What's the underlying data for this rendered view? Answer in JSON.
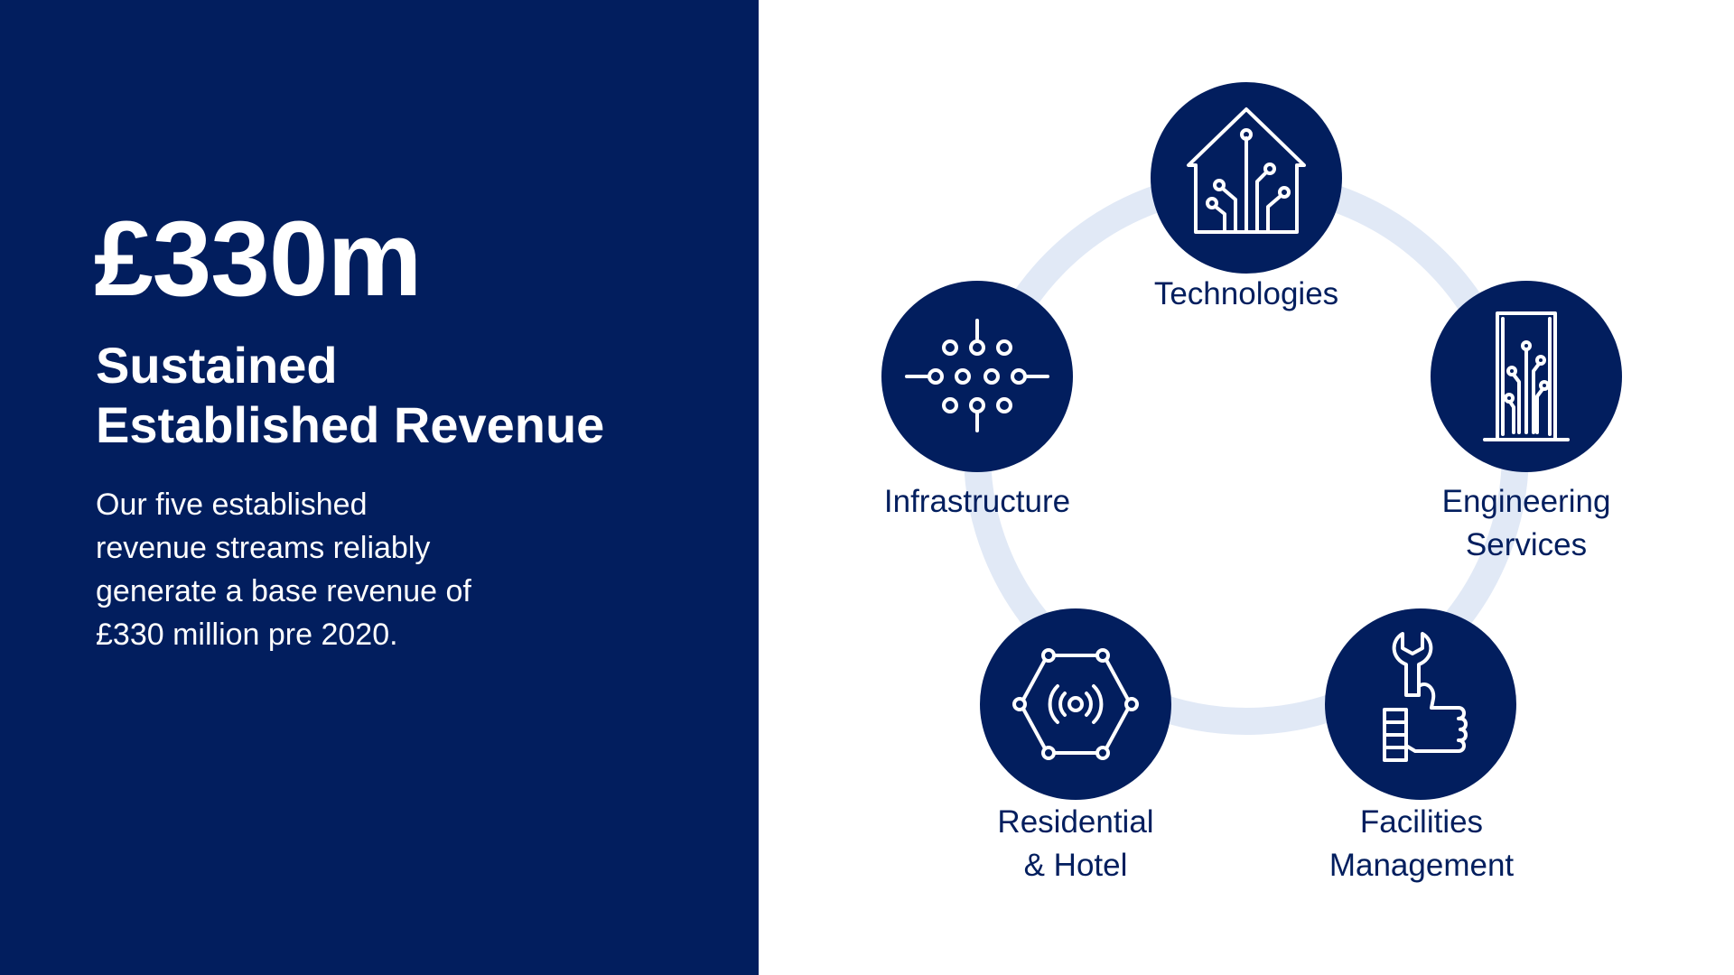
{
  "headline": {
    "figure": "£330m",
    "subtitle_lines": [
      "Sustained",
      "Established Revenue"
    ]
  },
  "description_lines": [
    "Our five established",
    "revenue streams reliably",
    "generate a base revenue of",
    "£330 million pre 2020."
  ],
  "streams": [
    {
      "label_lines": [
        "Technologies"
      ],
      "icon": "smart-house-circuit-icon"
    },
    {
      "label_lines": [
        "Engineering",
        "Services"
      ],
      "icon": "circuit-door-icon"
    },
    {
      "label_lines": [
        "Facilities",
        "Management"
      ],
      "icon": "thumbs-up-wrench-icon"
    },
    {
      "label_lines": [
        "Residential",
        "& Hotel"
      ],
      "icon": "hexagon-network-signal-icon"
    },
    {
      "label_lines": [
        "Infrastructure"
      ],
      "icon": "node-grid-icon"
    }
  ],
  "colors": {
    "navy": "#021e5e",
    "ring": "#e1e9f6",
    "white": "#ffffff"
  }
}
